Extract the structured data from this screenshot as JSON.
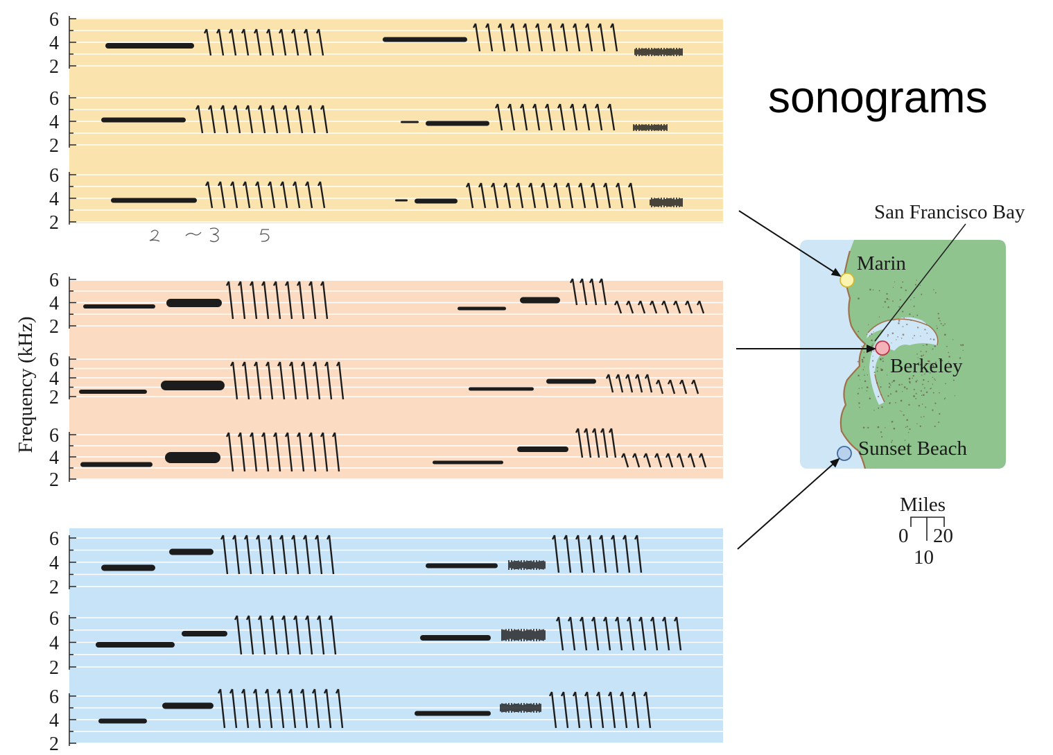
{
  "headline": "sonograms",
  "y_axis_label": "Frequency (kHz)",
  "tick_labels": [
    "6",
    "4",
    "2"
  ],
  "handwritten_marks": [
    "2",
    "~",
    "3",
    "5"
  ],
  "map": {
    "bay_label": "San Francisco Bay",
    "locations": [
      {
        "name": "Marin",
        "marker_color": "#fbf4b0",
        "panel": "top"
      },
      {
        "name": "Berkeley",
        "marker_color": "#f4b3b8",
        "panel": "middle"
      },
      {
        "name": "Sunset Beach",
        "marker_color": "#b8d2ee",
        "panel": "bottom"
      }
    ],
    "scale": {
      "title": "Miles",
      "left": "0",
      "right": "20",
      "middle": "10"
    }
  },
  "panels": [
    {
      "location": "Marin",
      "color": "#fbe3ad"
    },
    {
      "location": "Berkeley",
      "color": "#fbdcc2"
    },
    {
      "location": "Sunset Beach",
      "color": "#c6e3f7"
    }
  ]
}
